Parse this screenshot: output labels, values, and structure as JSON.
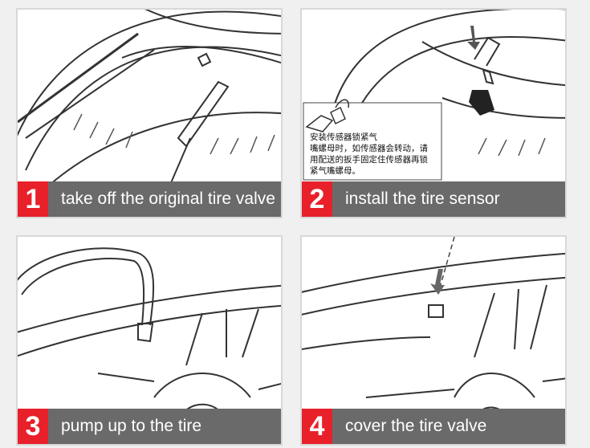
{
  "steps": [
    {
      "number": "1",
      "caption": "take off the original tire valve"
    },
    {
      "number": "2",
      "caption": "install the tire sensor",
      "note": "安装传感器锁紧气\n嘴螺母时，如传感器会转动，请\n用配送的扳手固定住传感器再锁\n紧气嘴螺母。"
    },
    {
      "number": "3",
      "caption": "pump up to the tire"
    },
    {
      "number": "4",
      "caption": "cover the tire valve"
    }
  ],
  "colors": {
    "badge": "#e8202a",
    "caption_bar": "#6a6a6a",
    "page_bg": "#f0f0f0",
    "line_art": "#333333"
  }
}
